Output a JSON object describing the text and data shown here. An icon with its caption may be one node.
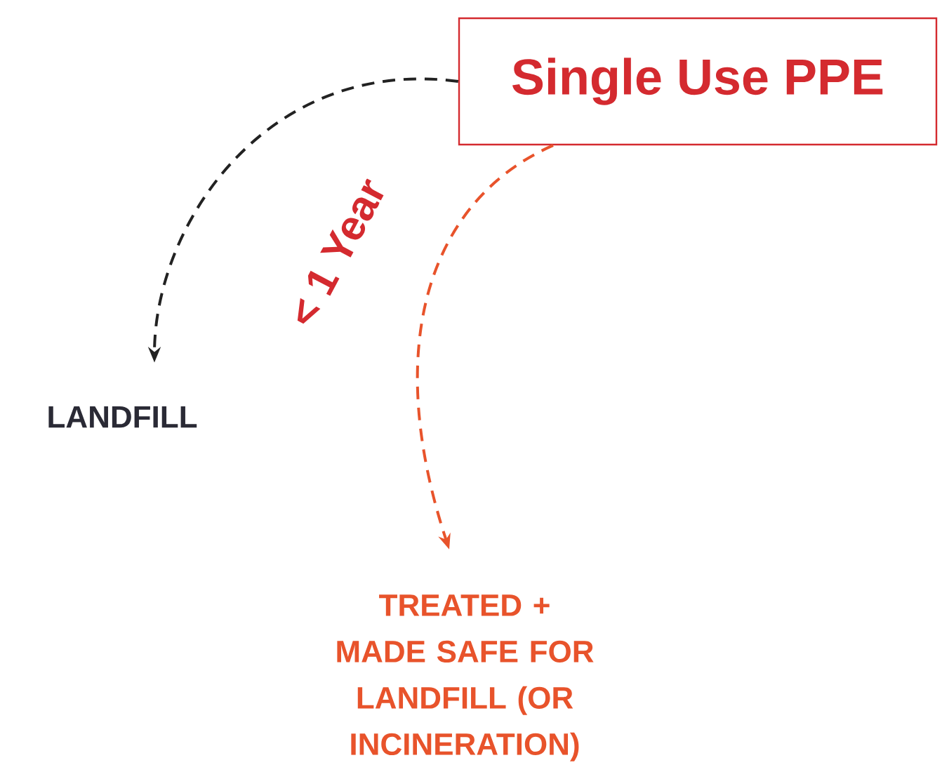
{
  "diagram": {
    "nodes": [
      {
        "text": [
          "Single Use PPE"
        ]
      },
      {
        "text": [
          "LANDFILL"
        ]
      },
      {
        "text": [
          "TREATED + MADE SAFE FOR LANDFILL (OR INCINERATION)"
        ]
      }
    ],
    "edges": [
      {
        "from": 0,
        "to": 1,
        "arrow": "to",
        "style": "dashed",
        "color": "#222222"
      },
      {
        "from": 0,
        "to": 2,
        "arrow": "to",
        "style": "dashed",
        "color": "#e8532b"
      }
    ],
    "labels": [
      "< 1 Year"
    ]
  }
}
